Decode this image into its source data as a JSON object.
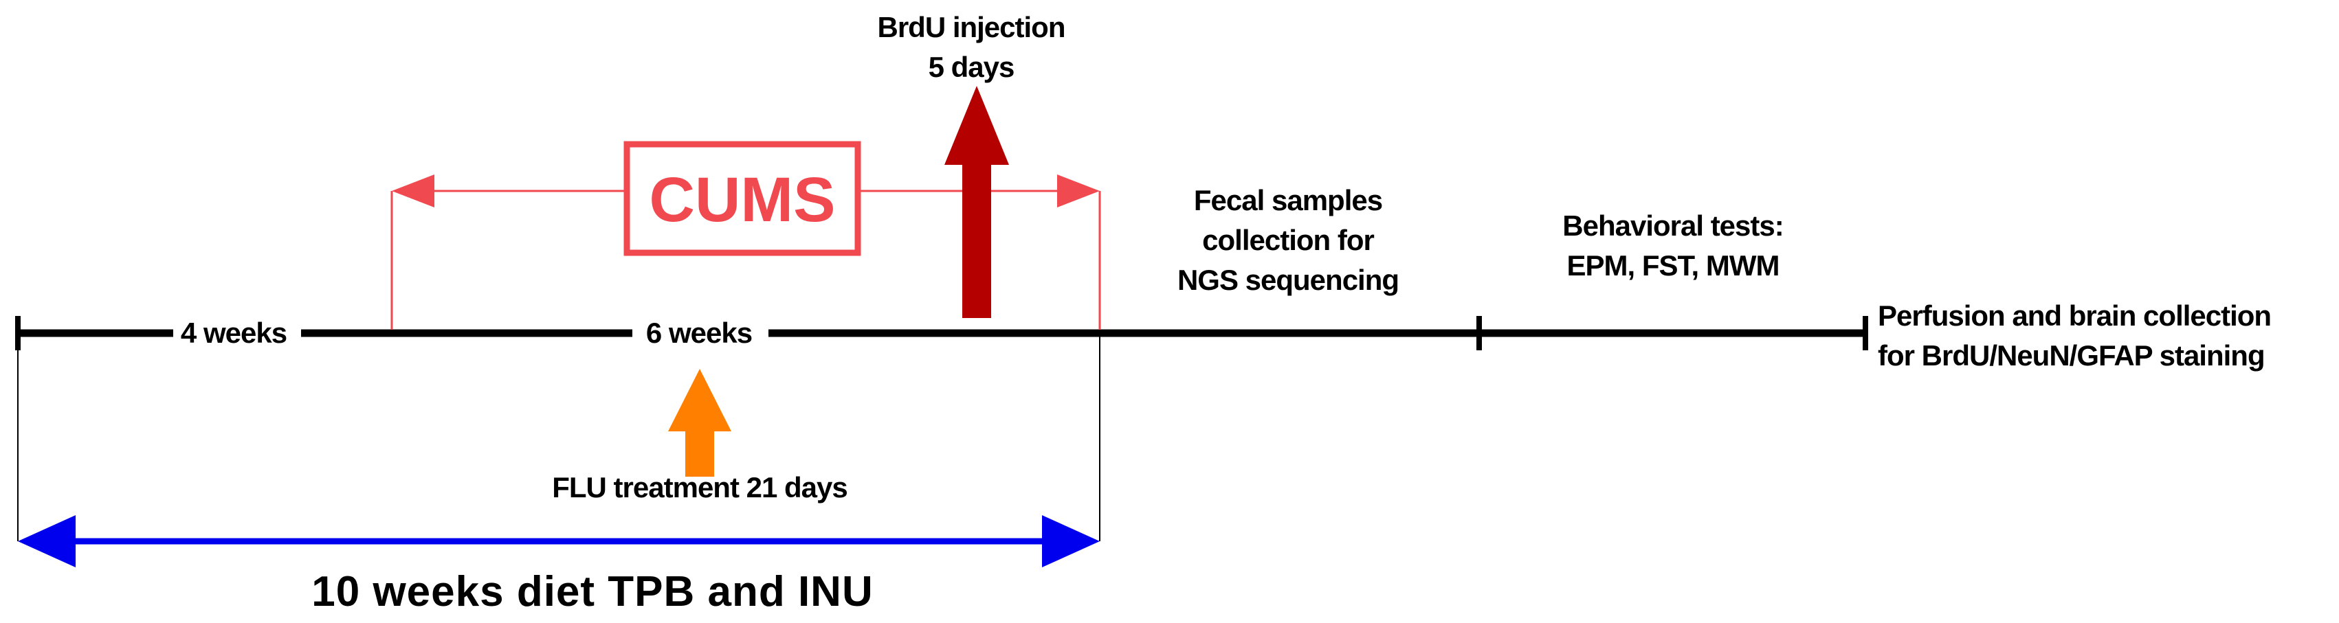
{
  "timeline": {
    "segment_label_1": "4 weeks",
    "segment_label_2": "6 weeks"
  },
  "cums": {
    "label": "CUMS",
    "color": "#f0494f"
  },
  "brdu": {
    "line1": "BrdU injection",
    "line2": "5 days",
    "color": "#b50000"
  },
  "flu": {
    "label": "FLU treatment 21 days",
    "color": "#ff8000"
  },
  "diet": {
    "label": "10 weeks diet TPB and INU",
    "color": "#0000ee"
  },
  "fecal": {
    "line1": "Fecal samples",
    "line2": "collection for",
    "line3": "NGS sequencing"
  },
  "behavior": {
    "line1": "Behavioral tests:",
    "line2": "EPM, FST, MWM"
  },
  "perfusion": {
    "line1": "Perfusion and brain collection",
    "line2": "for BrdU/NeuN/GFAP staining"
  }
}
